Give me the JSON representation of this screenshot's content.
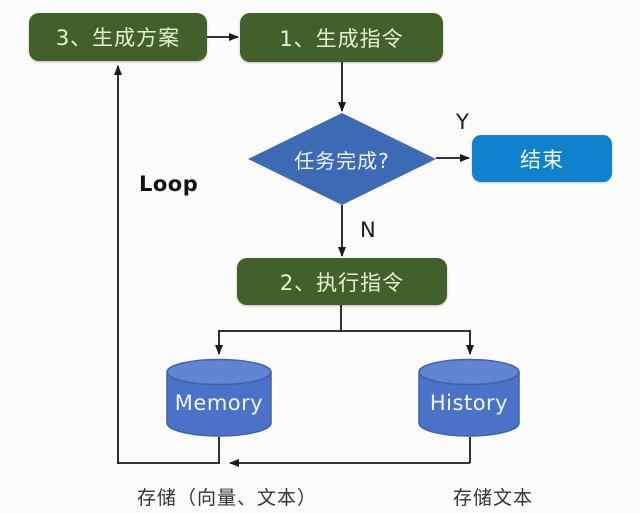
{
  "diagram": {
    "title": "agent-loop-flowchart",
    "nodes": {
      "plan": {
        "label": "3、生成方案",
        "shape": "rounded-rect",
        "color": "#42602a"
      },
      "generate": {
        "label": "1、生成指令",
        "shape": "rounded-rect",
        "color": "#42602a"
      },
      "decision": {
        "label": "任务完成?",
        "shape": "diamond",
        "color": "#3c6ab5"
      },
      "end": {
        "label": "结束",
        "shape": "rounded-rect",
        "color": "#1082cd"
      },
      "execute": {
        "label": "2、执行指令",
        "shape": "rounded-rect",
        "color": "#42602a"
      },
      "memory": {
        "label": "Memory",
        "shape": "cylinder",
        "color": "#4a73c7"
      },
      "history": {
        "label": "History",
        "shape": "cylinder",
        "color": "#4a73c7"
      }
    },
    "edge_labels": {
      "yes": "Y",
      "no": "N",
      "loop": "Loop"
    },
    "captions": {
      "memory_store": "存储（向量、文本）",
      "history_store": "存储文本"
    },
    "colors": {
      "background": "#fbfbf9",
      "connector": "#1a1a1a",
      "green_node": "#42602a",
      "green_node_text": "#e6f2d5",
      "diamond_fill": "#3c6ab5",
      "end_fill": "#1082cd",
      "cylinder_body": "#4a73c7",
      "cylinder_top": "#6285d3",
      "cylinder_stroke": "#3d62ac"
    }
  }
}
